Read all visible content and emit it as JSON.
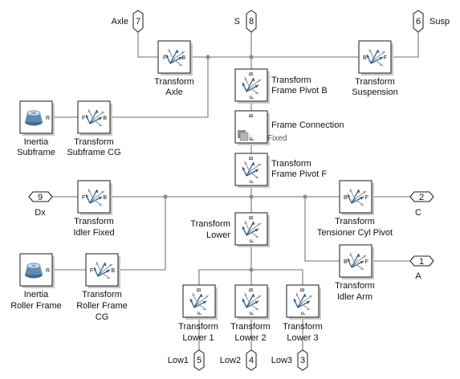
{
  "blocks": {
    "tf_axle": {
      "line1": "Transform",
      "line2": "Axle",
      "left_port": "F",
      "right_port": "B"
    },
    "tf_pivot_b": {
      "line1": "Transform",
      "line2": "Frame Pivot B",
      "top_port": "B",
      "bottom_port": "F"
    },
    "tf_suspension": {
      "line1": "Transform",
      "line2": "Suspension",
      "left_port": "B",
      "right_port": "F"
    },
    "inertia_subframe": {
      "line1": "Inertia",
      "line2": "Subframe",
      "port": "R"
    },
    "tf_subframe_cg": {
      "line1": "Transform",
      "line2": "Subframe CG",
      "left_port": "F",
      "right_port": "B"
    },
    "frame_connection": {
      "line1": "Frame Connection",
      "line2": "Fixed",
      "top_port": "B",
      "bottom_port": "F"
    },
    "tf_pivot_f": {
      "line1": "Transform",
      "line2": "Frame Pivot F",
      "top_port": "B",
      "bottom_port": "F"
    },
    "tf_idler_fixed": {
      "line1": "Transform",
      "line2": "Idler Fixed",
      "left_port": "F",
      "right_port": "B"
    },
    "tf_tensioner": {
      "line1": "Transform",
      "line2": "Tensioner Cyl Pivot",
      "left_port": "B",
      "right_port": "F"
    },
    "tf_lower": {
      "line1": "Transform",
      "line2": "Lower",
      "top_port": "B",
      "bottom_port": "F"
    },
    "inertia_roller": {
      "line1": "Inertia",
      "line2": "Roller Frame",
      "port": "R"
    },
    "tf_roller_cg": {
      "line1": "Transform",
      "line2": "Roller Frame",
      "line3": "CG",
      "left_port": "F",
      "right_port": "B"
    },
    "tf_idler_arm": {
      "line1": "Transform",
      "line2": "Idler Arm",
      "left_port": "B",
      "right_port": "F"
    },
    "tf_lower1": {
      "line1": "Transform",
      "line2": "Lower 1",
      "top_port": "B",
      "bottom_port": "F"
    },
    "tf_lower2": {
      "line1": "Transform",
      "line2": "Lower 2",
      "top_port": "B",
      "bottom_port": "F"
    },
    "tf_lower3": {
      "line1": "Transform",
      "line2": "Lower 3",
      "top_port": "B",
      "bottom_port": "F"
    }
  },
  "connection_ports": {
    "axle": {
      "label": "Axle",
      "number": "7"
    },
    "s": {
      "label": "S",
      "number": "8"
    },
    "susp": {
      "label": "Susp",
      "number": "6"
    },
    "dx": {
      "label": "Dx",
      "number": "9"
    },
    "c": {
      "label": "C",
      "number": "2"
    },
    "a": {
      "label": "A",
      "number": "1"
    },
    "low1": {
      "label": "Low1",
      "number": "5"
    },
    "low2": {
      "label": "Low2",
      "number": "4"
    },
    "low3": {
      "label": "Low3",
      "number": "3"
    }
  },
  "colors": {
    "wire": "#8c8c8c",
    "block_border": "#1a1a1a",
    "arrow_blue": "#2a5d8f",
    "arrow_gray": "#9a9a9a",
    "inertia_body": "#5f8bb3"
  }
}
